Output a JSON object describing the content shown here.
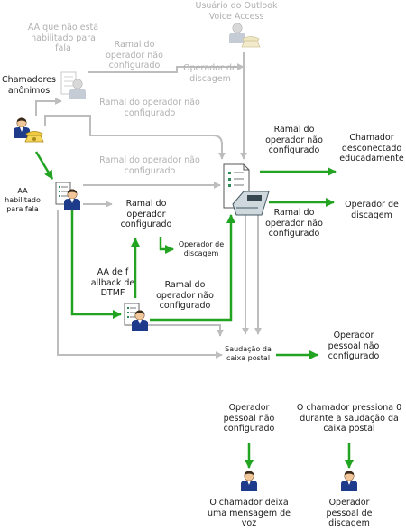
{
  "nodes": {
    "outlook_voice_access": "Usuário do Outlook Voice Access",
    "aa_not_speech": "AA que não está habilitado para fala",
    "anonymous_callers": "Chamadores anônimos",
    "aa_speech": "AA habilitado para fala",
    "aa_dtmf_fallback": "AA de f allback de DTMF",
    "mailbox_greeting": "Saudação da caixa postal"
  },
  "edge_labels": {
    "ext_op_top": "Ramal do operador não configurado",
    "op_dial_grey": "Operador de discagem",
    "ext_op_grey_2": "Ramal do operador não configurado",
    "ext_op_grey_3": "Ramal do operador não configurado",
    "ext_op_green_main": "Ramal do operador não configurado",
    "caller_disconnected": "Chamador desconectado educadamente",
    "ext_op_green_lower": "Ramal do operador não configurado",
    "op_dial_right": "Operador de discagem",
    "ext_op_aa": "Ramal do operador configurado",
    "op_dial_aa": "Operador de discagem",
    "ext_op_dtmf": "Ramal do operador não configurado",
    "personal_op_right": "Operador pessoal não configurado",
    "personal_op_left": "Operador pessoal não configurado",
    "caller_presses_zero": "O chamador pressiona 0 durante a saudação da caixa postal",
    "leave_voice_message": "O chamador deixa uma mensagem de voz",
    "personal_op_dial": "Operador pessoal de discagem"
  },
  "colors": {
    "flow_green": "#22a322",
    "flow_grey": "#bdbdbd",
    "text_grey": "#b0b0b0",
    "text_dark": "#1a1a1a"
  },
  "icons": [
    "person-icon",
    "telephone-icon",
    "document-icon",
    "server-phone-icon"
  ]
}
